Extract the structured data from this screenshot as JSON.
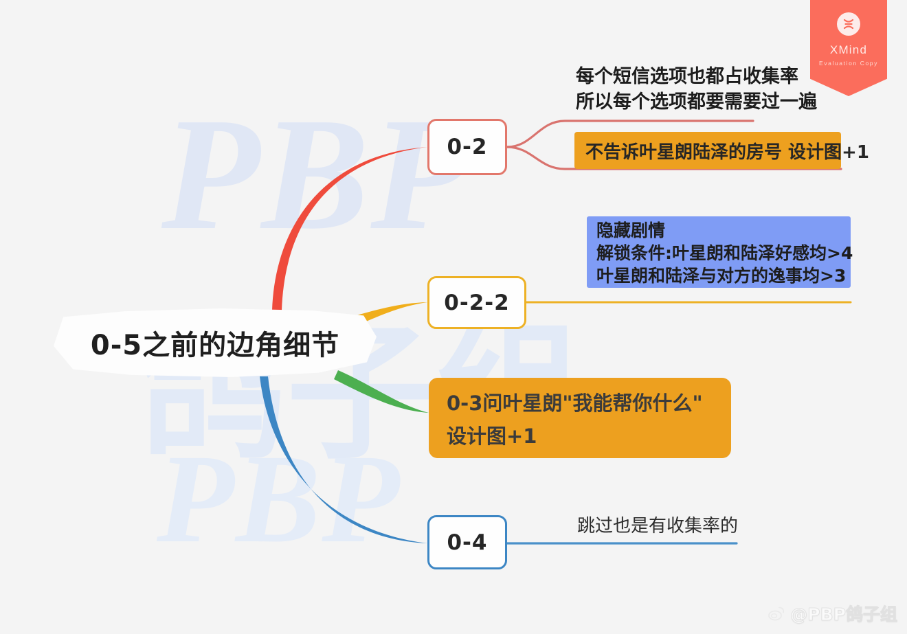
{
  "app": {
    "ribbon": {
      "logo_icon": "xmind-x-icon",
      "title": "XMind",
      "subtitle": "Evaluation Copy"
    },
    "weibo": {
      "logo_icon": "weibo-icon",
      "handle": "@PBP鸽子组"
    },
    "background_watermark": {
      "line1": "PBP",
      "line2": "鸽子组",
      "line3": "PBP"
    }
  },
  "mindmap": {
    "root": {
      "label": "0-5之前的边角细节"
    },
    "branches": [
      {
        "id": "0-2",
        "label": "0-2",
        "color": "#e2776b",
        "children": [
          {
            "id": "top-note",
            "type": "plain-text",
            "lines": [
              "每个短信选项也都占收集率",
              "所以每个选项都要需要过一遍"
            ]
          },
          {
            "id": "orange-note-1",
            "type": "filled",
            "fill": "#eda01f",
            "lines": [
              "不告诉叶星朗陆泽的房号 设计图+1"
            ]
          }
        ]
      },
      {
        "id": "0-2-2",
        "label": "0-2-2",
        "color": "#edb125",
        "children": [
          {
            "id": "purple-note",
            "type": "filled",
            "fill": "#7f9cf5",
            "lines": [
              "隐藏剧情",
              "解锁条件:叶星朗和陆泽好感均>4",
              "叶星朗和陆泽与对方的逸事均>3"
            ]
          }
        ]
      },
      {
        "id": "0-3",
        "label": "",
        "color": "#4caf50",
        "children": [
          {
            "id": "orange-note-2",
            "type": "filled",
            "fill": "#eda01f",
            "lines": [
              "0-3问叶星朗\"我能帮你什么\"",
              "设计图+1"
            ]
          }
        ]
      },
      {
        "id": "0-4",
        "label": "0-4",
        "color": "#3c86c4",
        "children": [
          {
            "id": "skip-note",
            "type": "plain-text",
            "lines": [
              "跳过也是有收集率的"
            ]
          }
        ]
      }
    ]
  },
  "colors": {
    "background": "#f4f4f4",
    "branch_red": "#ef4b3c",
    "branch_yellow": "#f0ae1b",
    "branch_green": "#4caf50",
    "branch_blue": "#3c86c4",
    "node_border_red": "#e2776b",
    "node_border_yellow": "#edb125",
    "node_border_blue": "#3c86c4",
    "fill_orange": "#eda01f",
    "fill_purple": "#7f9cf5",
    "ribbon": "#fb6d5c"
  }
}
